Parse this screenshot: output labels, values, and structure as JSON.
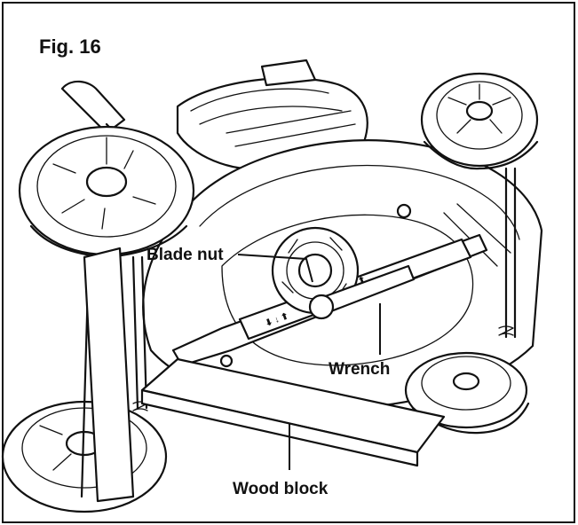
{
  "figure": {
    "title": "Fig. 16",
    "labels": {
      "blade_nut": "Blade nut",
      "wrench": "Wrench",
      "wood_block": "Wood block"
    }
  },
  "icons": [
    "lawn-mower-underside-illustration",
    "wheel-icon",
    "blade-icon",
    "wrench-icon",
    "wood-block-icon"
  ],
  "colors": {
    "ink": "#111111",
    "paper": "#ffffff"
  }
}
